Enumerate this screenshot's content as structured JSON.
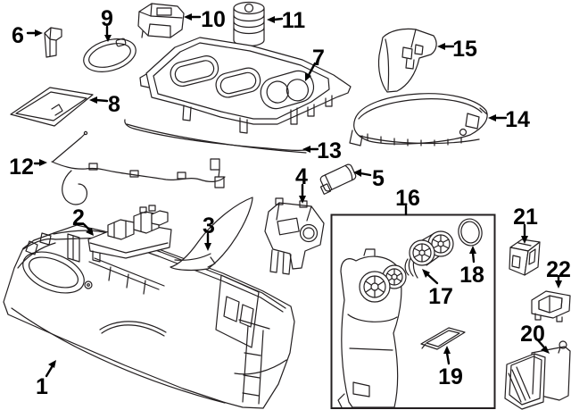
{
  "diagram": {
    "description": "Exploded parts diagram of a vehicle floor center console with numbered callouts",
    "background_color": "#ffffff",
    "line_color": "#231f20",
    "label_color": "#000000",
    "callouts": [
      {
        "label": "1"
      },
      {
        "label": "2"
      },
      {
        "label": "3"
      },
      {
        "label": "4"
      },
      {
        "label": "5"
      },
      {
        "label": "6"
      },
      {
        "label": "7"
      },
      {
        "label": "8"
      },
      {
        "label": "9"
      },
      {
        "label": "10"
      },
      {
        "label": "11"
      },
      {
        "label": "12"
      },
      {
        "label": "13"
      },
      {
        "label": "14"
      },
      {
        "label": "15"
      },
      {
        "label": "16"
      },
      {
        "label": "17"
      },
      {
        "label": "18"
      },
      {
        "label": "19"
      },
      {
        "label": "20"
      },
      {
        "label": "21"
      },
      {
        "label": "22"
      }
    ]
  }
}
